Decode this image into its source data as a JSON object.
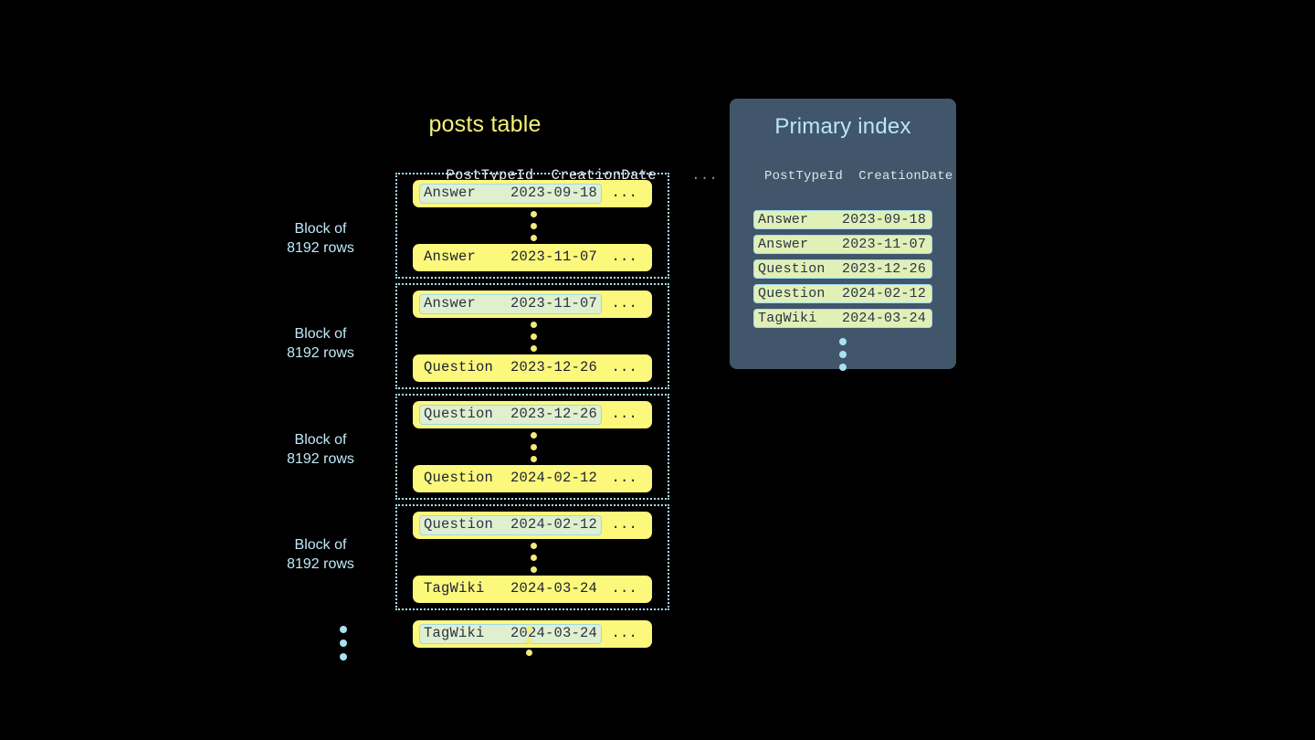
{
  "posts_table": {
    "title": "posts table",
    "columns": {
      "post_type_id": "PostTypeId",
      "creation_date": "CreationDate",
      "more": "...",
      "header_line": "PostTypeId  CreationDate"
    },
    "block_label": "Block of\n8192 rows",
    "block_label_line1": "Block of",
    "block_label_line2": "8192 rows",
    "ellipsis": "...",
    "blocks": [
      {
        "label": "Block of 8192 rows",
        "first_row": {
          "post_type_id": "Answer",
          "creation_date": "2023-09-18",
          "text": "Answer    2023-09-18",
          "highlighted": true
        },
        "last_row": {
          "post_type_id": "Answer",
          "creation_date": "2023-11-07",
          "text": "Answer    2023-11-07",
          "highlighted": false
        }
      },
      {
        "label": "Block of 8192 rows",
        "first_row": {
          "post_type_id": "Answer",
          "creation_date": "2023-11-07",
          "text": "Answer    2023-11-07",
          "highlighted": true
        },
        "last_row": {
          "post_type_id": "Question",
          "creation_date": "2023-12-26",
          "text": "Question  2023-12-26",
          "highlighted": false
        }
      },
      {
        "label": "Block of 8192 rows",
        "first_row": {
          "post_type_id": "Question",
          "creation_date": "2023-12-26",
          "text": "Question  2023-12-26",
          "highlighted": true
        },
        "last_row": {
          "post_type_id": "Question",
          "creation_date": "2024-02-12",
          "text": "Question  2024-02-12",
          "highlighted": false
        }
      },
      {
        "label": "Block of 8192 rows",
        "first_row": {
          "post_type_id": "Question",
          "creation_date": "2024-02-12",
          "text": "Question  2024-02-12",
          "highlighted": true
        },
        "last_row": {
          "post_type_id": "TagWiki",
          "creation_date": "2024-03-24",
          "text": "TagWiki   2024-03-24",
          "highlighted": false
        }
      }
    ],
    "trailing_row": {
      "post_type_id": "TagWiki",
      "creation_date": "2024-03-24",
      "text": "TagWiki   2024-03-24",
      "highlighted": true
    }
  },
  "primary_index": {
    "title": "Primary index",
    "columns": {
      "post_type_id": "PostTypeId",
      "creation_date": "CreationDate",
      "header_line": "PostTypeId  CreationDate"
    },
    "rows": [
      {
        "post_type_id": "Answer",
        "creation_date": "2023-09-18",
        "text": "Answer    2023-09-18"
      },
      {
        "post_type_id": "Answer",
        "creation_date": "2023-11-07",
        "text": "Answer    2023-11-07"
      },
      {
        "post_type_id": "Question",
        "creation_date": "2023-12-26",
        "text": "Question  2023-12-26"
      },
      {
        "post_type_id": "Question",
        "creation_date": "2024-02-12",
        "text": "Question  2024-02-12"
      },
      {
        "post_type_id": "TagWiki",
        "creation_date": "2024-03-24",
        "text": "TagWiki   2024-03-24"
      }
    ]
  },
  "colors": {
    "background": "#000000",
    "row_yellow": "#fcf87c",
    "highlight_green": "#dff0cf",
    "highlight_border": "#9fd8ee",
    "accent_blue": "#a9dff2",
    "title_yellow": "#f5f178",
    "panel_slate": "#41566a",
    "index_row_green": "#e0f0b6",
    "text_dark": "#1c2033"
  }
}
